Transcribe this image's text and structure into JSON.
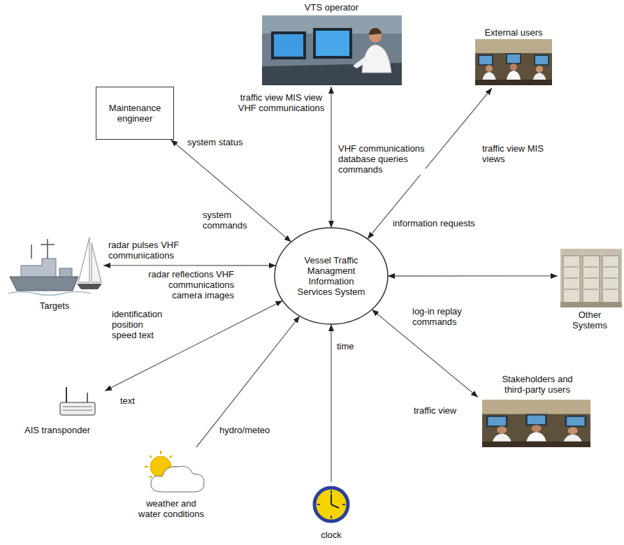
{
  "diagram": {
    "nodes": [
      {
        "text": [
          "VTS operator"
        ]
      },
      {
        "text": [
          "Maintenance engineer"
        ]
      },
      {
        "text": [
          "External users"
        ]
      },
      {
        "text": [
          "Vessel Traffic Managment Information Services System"
        ]
      },
      {
        "text": [
          "Targets"
        ]
      },
      {
        "text": [
          "Other Systems"
        ]
      },
      {
        "text": [
          "AIS transponder"
        ]
      },
      {
        "text": [
          "Stakeholders and third-party users"
        ]
      },
      {
        "text": [
          "weather and water conditions"
        ]
      },
      {
        "text": [
          "clock"
        ]
      }
    ],
    "edges": [
      {
        "from": 0,
        "to": 3,
        "arrow": "both",
        "label": "VHF communications database queries commands"
      },
      {
        "from": 1,
        "to": 3,
        "arrow": "both",
        "label": "system commands"
      },
      {
        "from": 2,
        "to": 3,
        "arrow": "both",
        "label": "information requests"
      },
      {
        "from": 4,
        "to": 3,
        "arrow": "both",
        "label": "radar reflections VHF communications camera images"
      },
      {
        "from": 3,
        "to": 5,
        "arrow": "both"
      },
      {
        "from": 6,
        "to": 3,
        "arrow": "both",
        "label": "identification position speed text"
      },
      {
        "from": 7,
        "to": 3,
        "arrow": "both",
        "label": "log-in replay commands"
      },
      {
        "from": 8,
        "to": 3,
        "arrow": "to",
        "label": "hydro/meteo"
      },
      {
        "from": 9,
        "to": 3,
        "arrow": "to",
        "label": "time"
      }
    ],
    "labels": [
      "traffic view MIS view VHF communications",
      "system status",
      "traffic view MIS views",
      "radar pulses VHF communications",
      "text",
      "traffic view"
    ]
  }
}
